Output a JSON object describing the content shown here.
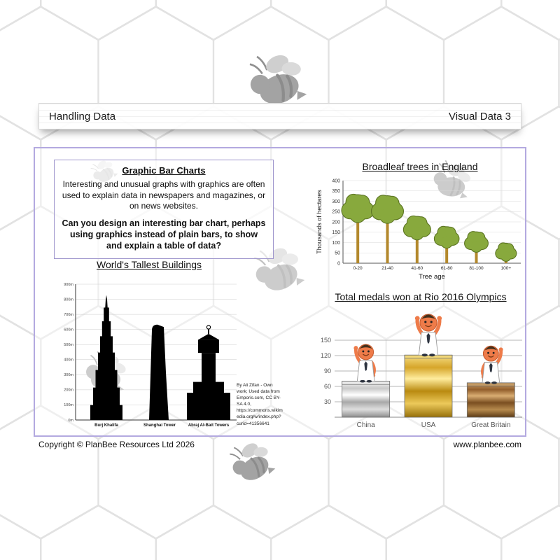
{
  "header": {
    "left_title": "Handling Data",
    "right_title": "Visual Data 3"
  },
  "info_box": {
    "title": "Graphic Bar Charts",
    "body": "Interesting and unusual graphs with graphics are often used to explain data in newspapers and magazines, or on news websites.",
    "question": "Can you design an interesting bar chart, perhaps using graphics instead of plain bars, to show and explain a table of data?"
  },
  "attribution": "By Ali Zifan - Own work; Used data from Emporis.com, CC BY-SA 4.0, https://commons.wikimedia.org/w/index.php?curid=41356641",
  "footer": {
    "copyright": "Copyright © PlanBee Resources Ltd 2026",
    "website": "www.planbee.com"
  },
  "colors": {
    "panel_border": "#b3a9e0",
    "tree_foliage": "#88a93d",
    "tree_trunk": "#b3882c",
    "silhouette": "#000000",
    "bee_gray": "#a3a3a3",
    "honeycomb_gray": "#e2e2e2"
  },
  "chart_data": [
    {
      "type": "bar",
      "variant": "tree-pictogram",
      "title": "Broadleaf trees in England",
      "categories": [
        "0-20",
        "21-40",
        "41-60",
        "61-80",
        "81-100",
        "100+"
      ],
      "values": [
        330,
        325,
        225,
        175,
        150,
        95
      ],
      "xlabel": "Tree age",
      "ylabel": "Thousands of hectares",
      "ylim": [
        0,
        400
      ],
      "ytick_step": 50,
      "grid": true,
      "legend": "none"
    },
    {
      "type": "bar",
      "variant": "building-silhouette",
      "title": "World's Tallest Buildings",
      "categories": [
        "Burj Khalifa",
        "Shanghai Tower",
        "Abraj Al-Bait Towers"
      ],
      "values": [
        828,
        632,
        601
      ],
      "unit": "m",
      "ylim": [
        0,
        900
      ],
      "ytick_step": 100,
      "grid": true,
      "legend": "none"
    },
    {
      "type": "bar",
      "variant": "podium-pictogram",
      "title": "Total medals won at Rio 2016 Olympics",
      "categories": [
        "China",
        "USA",
        "Great Britain"
      ],
      "values": [
        70,
        121,
        67
      ],
      "podium_colors": [
        "silver",
        "gold",
        "bronze"
      ],
      "ylim": [
        0,
        150
      ],
      "yticks": [
        30,
        60,
        90,
        120,
        150
      ],
      "grid": true,
      "legend": "none"
    }
  ]
}
